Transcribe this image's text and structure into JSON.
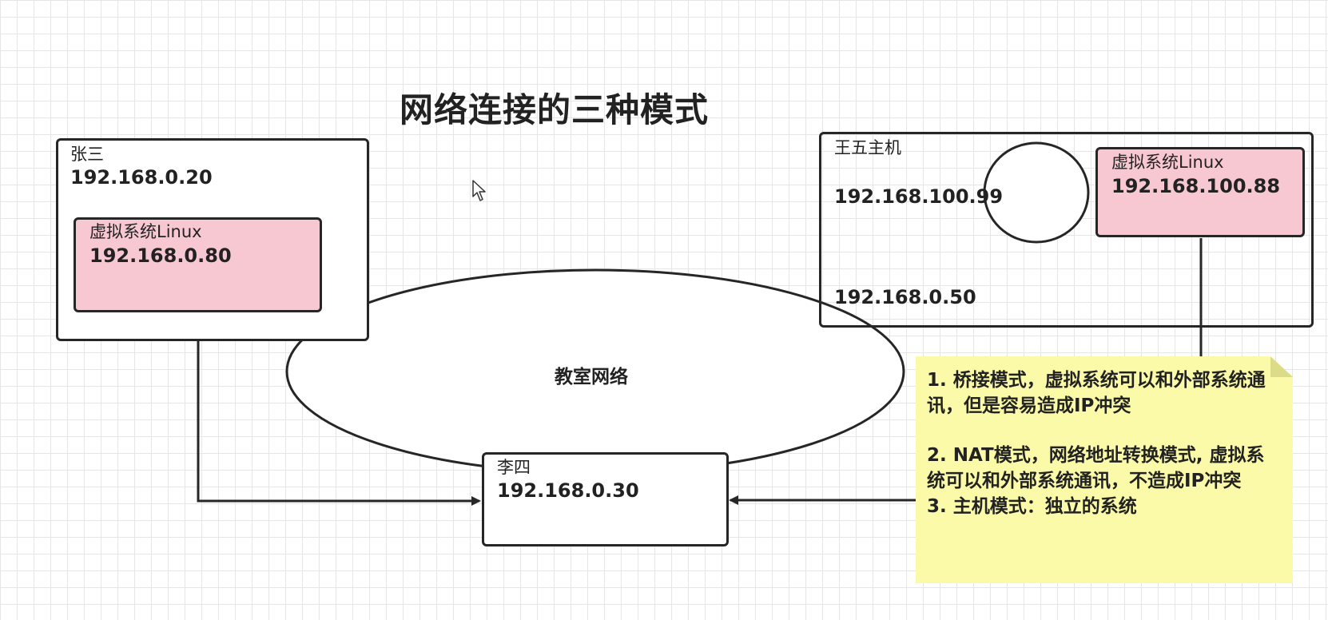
{
  "diagram": {
    "title": "网络连接的三种模式",
    "network_label": "教室网络",
    "hosts": {
      "zhangsan": {
        "name": "张三",
        "ip": "192.168.0.20",
        "vm": {
          "label": "虚拟系统Linux",
          "ip": "192.168.0.80"
        }
      },
      "lisi": {
        "name": "李四",
        "ip": "192.168.0.30"
      },
      "wangwu": {
        "name": "王五主机",
        "ip_internal": "192.168.100.99",
        "ip_external": "192.168.0.50",
        "vm": {
          "label": "虚拟系统Linux",
          "ip": "192.168.100.88"
        }
      }
    },
    "notes": [
      "1. 桥接模式，虚拟系统可以和外部系统通讯，但是容易造成IP冲突",
      "2. NAT模式，网络地址转换模式, 虚拟系统可以和外部系统通讯，不造成IP冲突",
      "3. 主机模式：独立的系统"
    ],
    "colors": {
      "vm_fill": "#f8c8d2",
      "note_fill": "#fbfaa8",
      "stroke": "#262626"
    }
  }
}
